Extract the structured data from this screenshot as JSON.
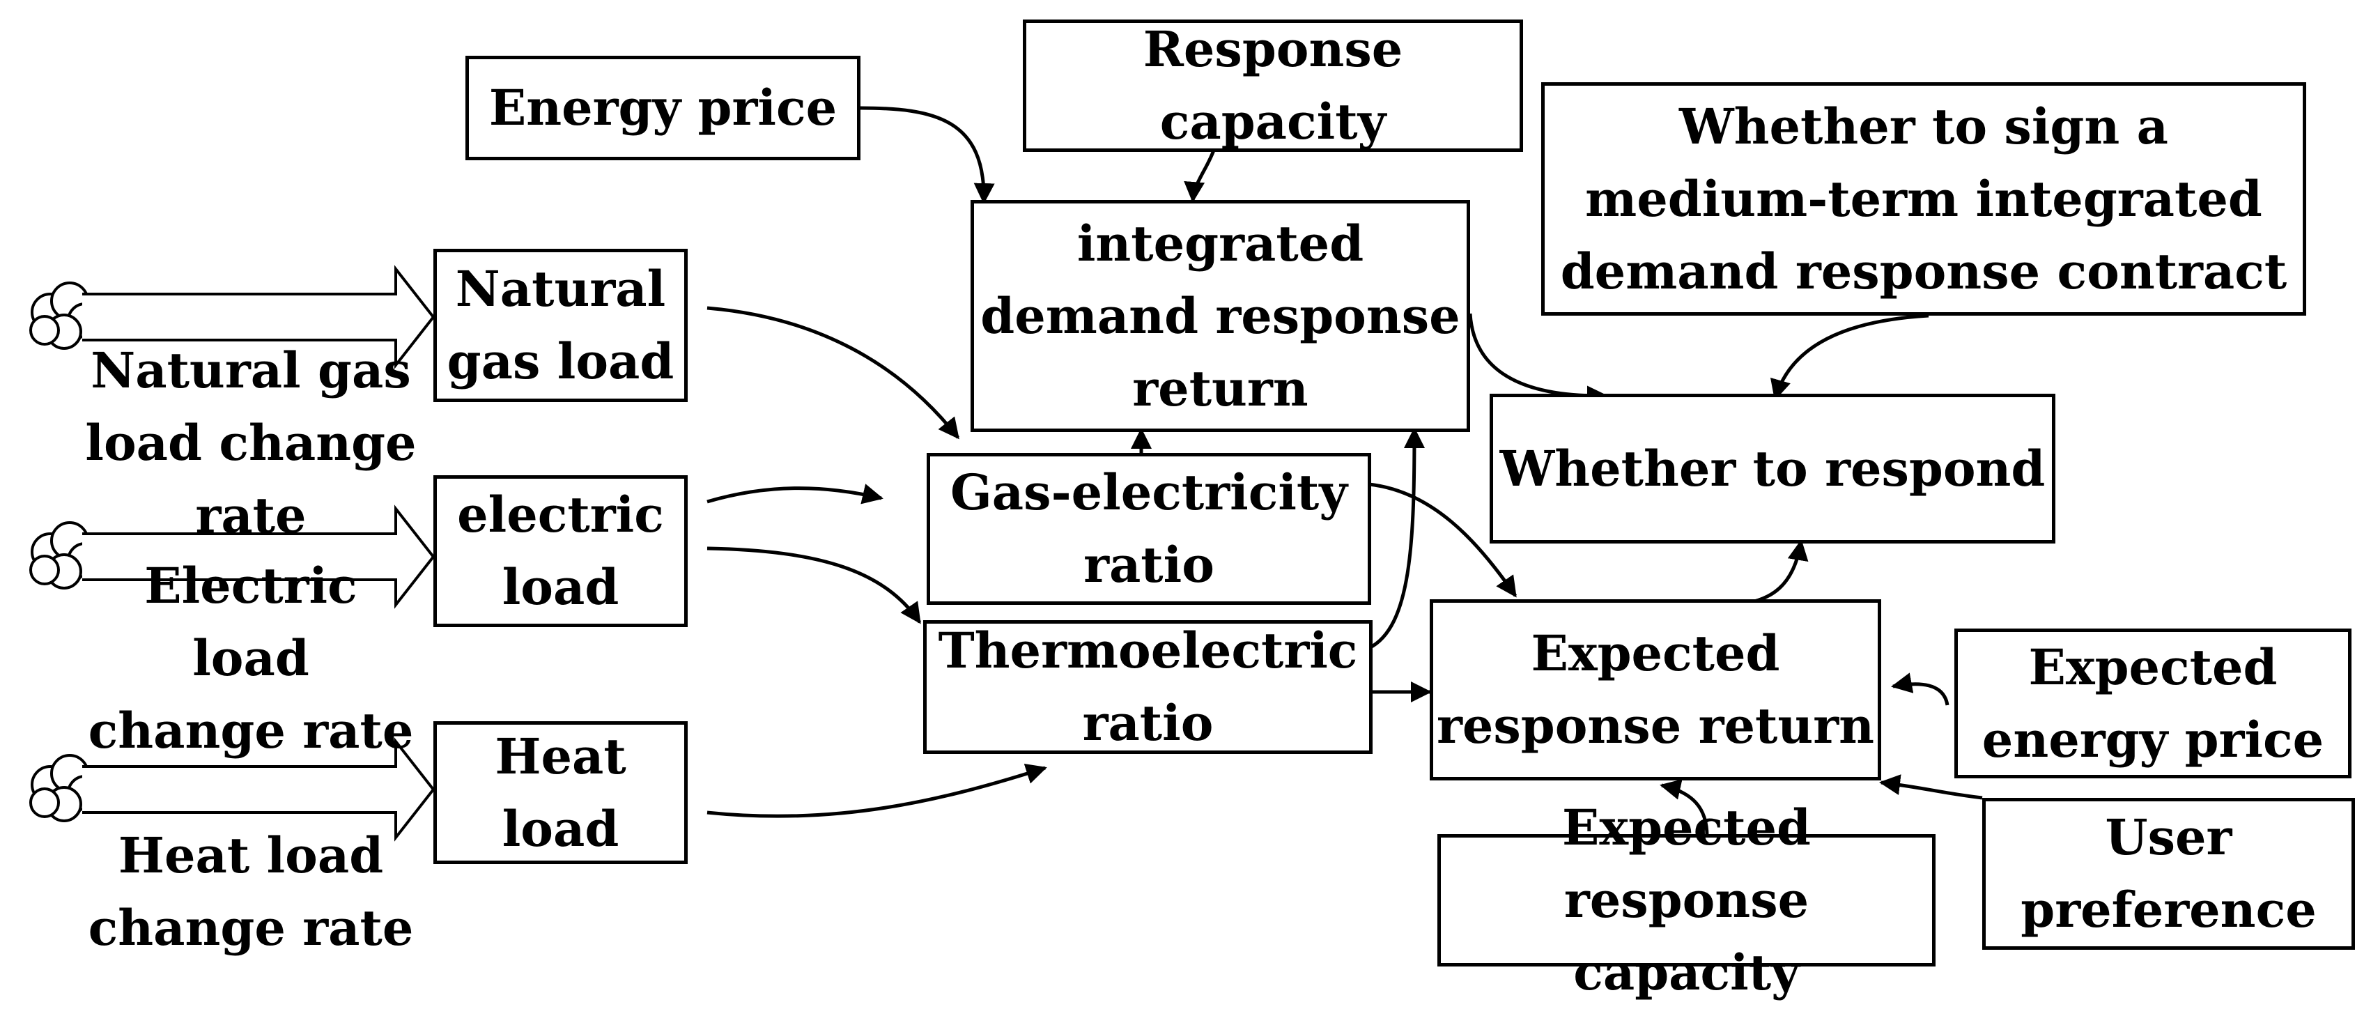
{
  "nodes": {
    "energy_price": "Energy price",
    "response_capacity": "Response\ncapacity",
    "sign_contract": "Whether to sign a\nmedium-term integrated\ndemand response contract",
    "idr_return": "integrated\ndemand response\nreturn",
    "natural_gas_load": "Natural\ngas load",
    "electric_load": "electric\nload",
    "heat_load": "Heat load",
    "gas_electricity_ratio": "Gas-electricity\nratio",
    "thermoelectric_ratio": "Thermoelectric\nratio",
    "whether_to_respond": "Whether to respond",
    "expected_response_return": "Expected\nresponse return",
    "expected_energy_price": "Expected\nenergy price",
    "user_preference": "User\npreference",
    "expected_response_capacity": "Expected response\ncapacity"
  },
  "inputs": {
    "natural_gas_rate": "Natural gas\nload change\nrate",
    "electric_rate": "Electric load\nchange rate",
    "heat_rate": "Heat load\nchange rate"
  }
}
